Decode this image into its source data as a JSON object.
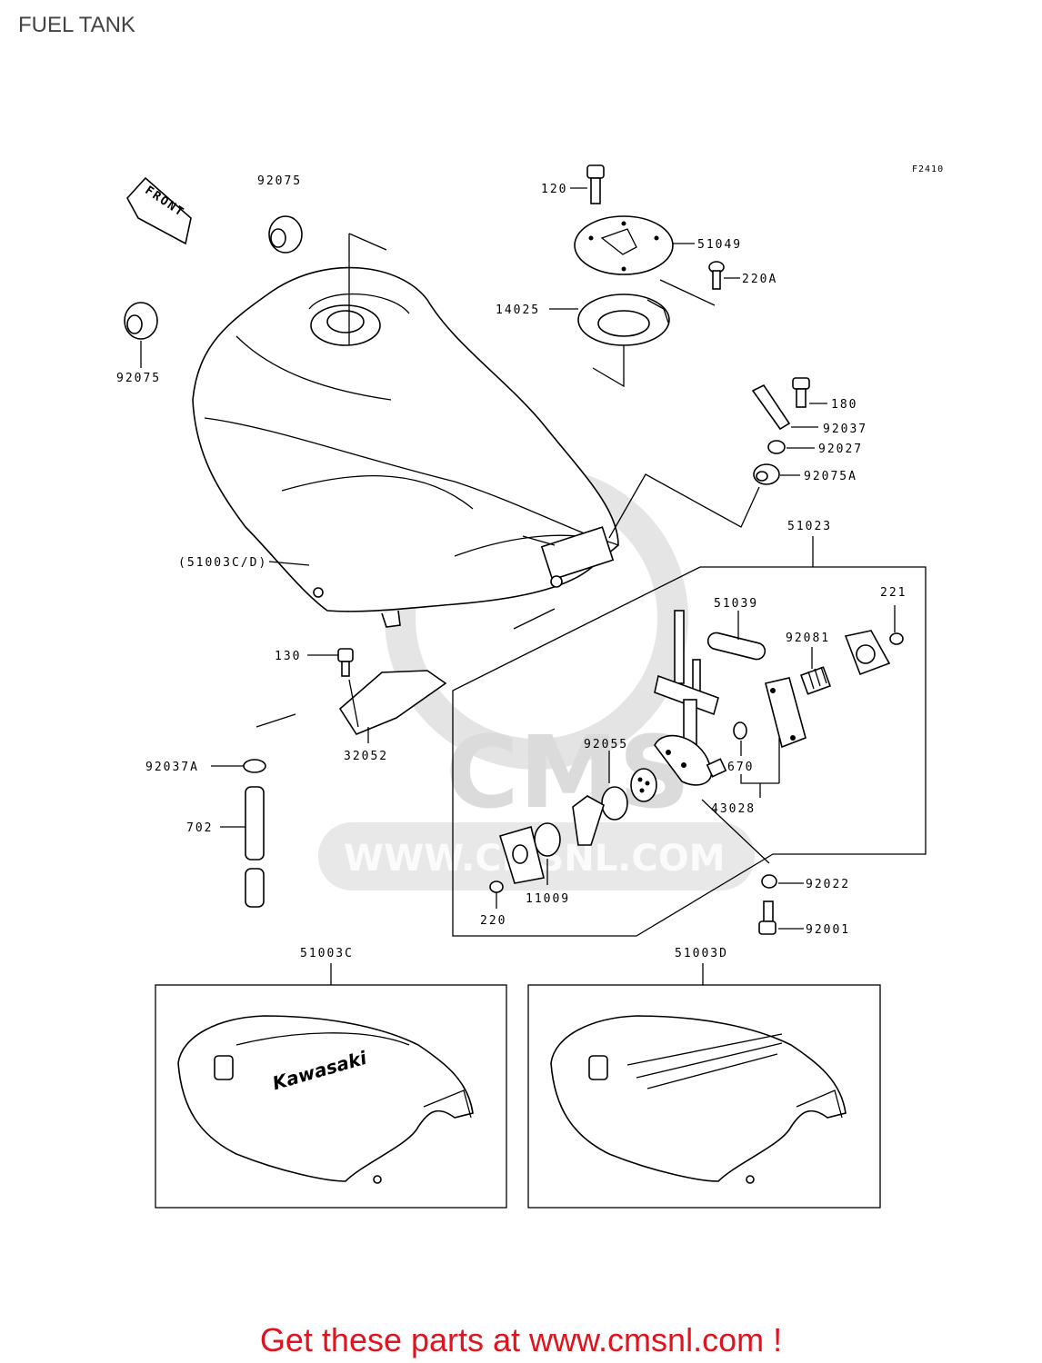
{
  "title": "FUEL TANK",
  "figure_code": "F2410",
  "front_arrow_label": "FRONT",
  "watermark": {
    "logo": "CMS",
    "url": "WWW.CMSNL.COM"
  },
  "labels": {
    "p92075_top": "92075",
    "p92075_left": "92075",
    "p120": "120",
    "p51049": "51049",
    "p220a": "220A",
    "p14025": "14025",
    "p180": "180",
    "p92037": "92037",
    "p92027": "92027",
    "p92075a": "92075A",
    "p51023": "51023",
    "p51003cd": "(51003C/D)",
    "p51039": "51039",
    "p221": "221",
    "p92081": "92081",
    "p130": "130",
    "p32052": "32052",
    "p92055": "92055",
    "p670": "670",
    "p43028": "43028",
    "p92037a": "92037A",
    "p702": "702",
    "p11009": "11009",
    "p92022": "92022",
    "p220": "220",
    "p92001": "92001",
    "p51003c": "51003C",
    "p51003d": "51003D"
  },
  "tank_badge_text": "Kawasaki",
  "footer_text": "Get these parts at www.cmsnl.com !"
}
